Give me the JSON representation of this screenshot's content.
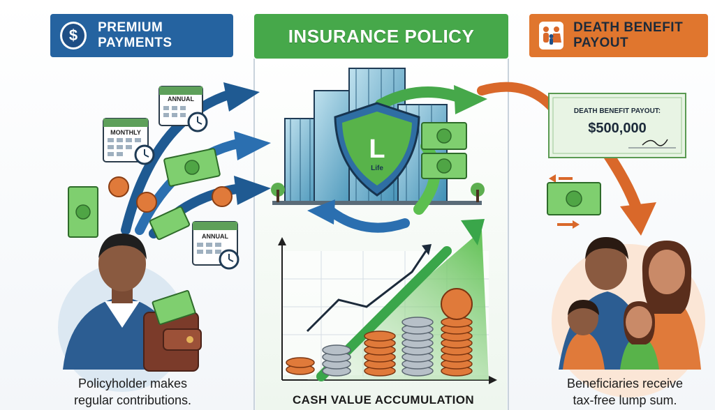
{
  "headers": {
    "left": "Premium Payments",
    "center": "Insurance Policy",
    "right": "Death Benefit Payout"
  },
  "calendars": {
    "annual_top": "ANNUAL",
    "monthly": "MONTHLY",
    "annual_bottom": "ANNUAL"
  },
  "shield": {
    "letter": "L",
    "label": "Life"
  },
  "check": {
    "title": "DEATH BENEFIT PAYOUT:",
    "amount": "$500,000"
  },
  "captions": {
    "left": [
      "Policyholder makes",
      "regular contributions."
    ],
    "center": "Cash Value Accumulation",
    "right": [
      "Beneficiaries receive",
      "tax-free lump sum."
    ]
  },
  "icons": [
    "dollar-icon",
    "family-icon",
    "calendar-icon",
    "clock-icon",
    "shield-icon",
    "wallet-icon",
    "coin-icon",
    "banknote-icon"
  ],
  "colors": {
    "blue": "#2563a0",
    "green": "#46a84a",
    "orange": "#e0762e"
  }
}
